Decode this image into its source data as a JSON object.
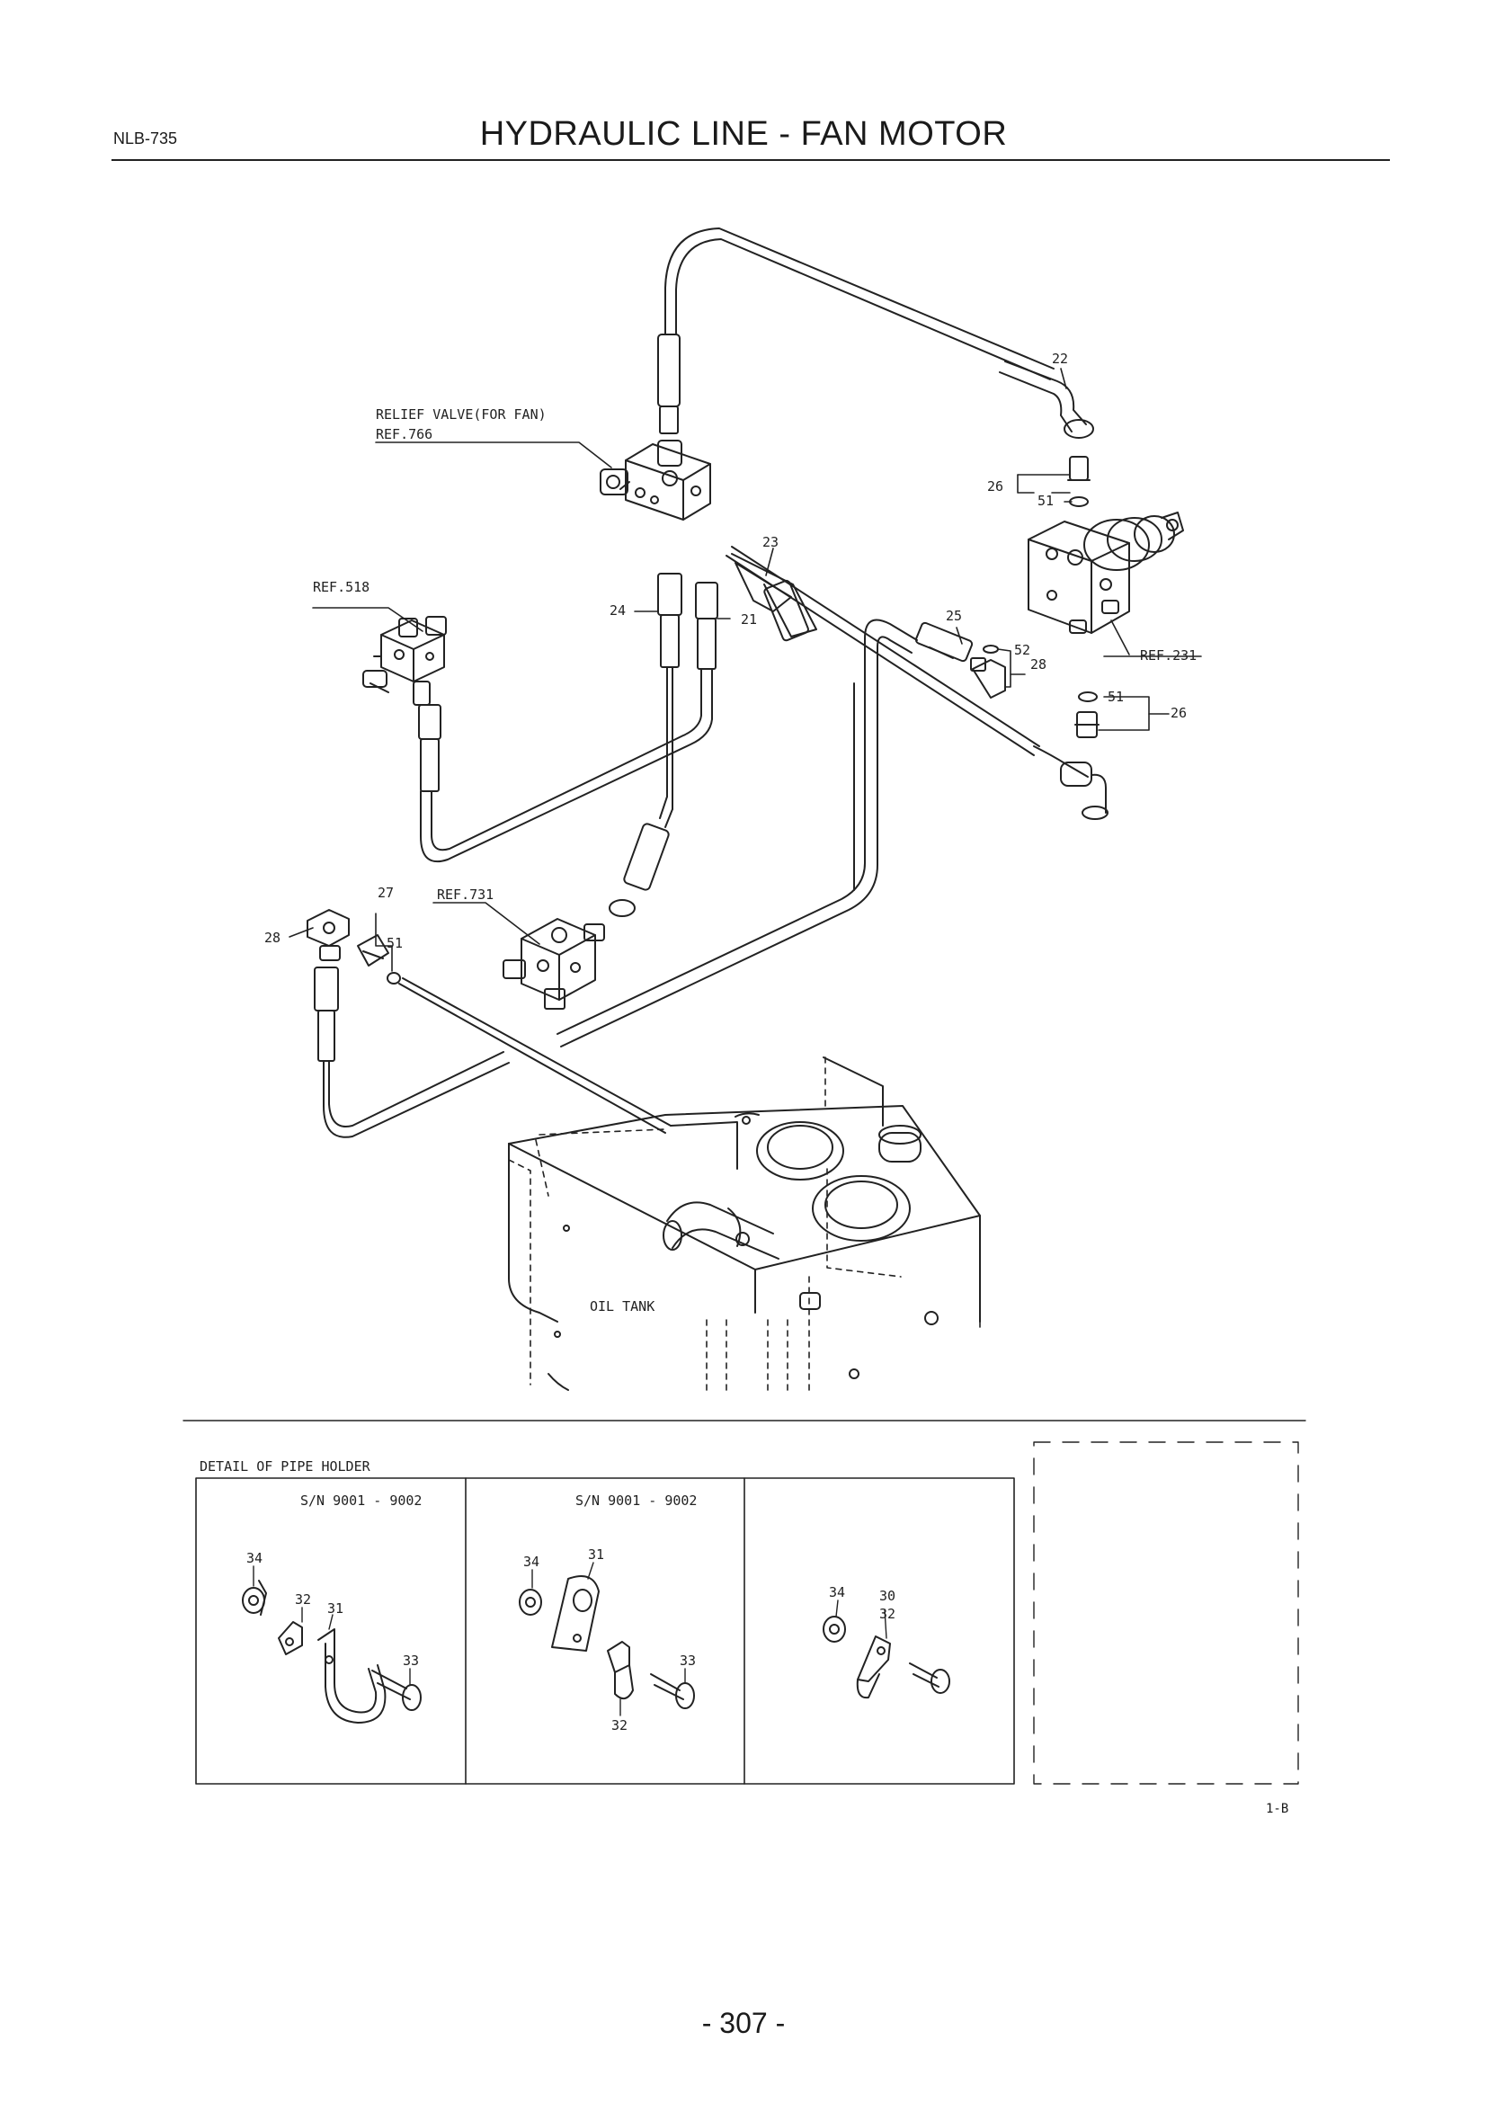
{
  "header": {
    "doc_code": "NLB-735",
    "title": "HYDRAULIC LINE - FAN MOTOR"
  },
  "callouts": {
    "relief_valve": "RELIEF VALVE(FOR FAN)",
    "ref_766": "REF.766",
    "ref_518": "REF.518",
    "ref_731": "REF.731",
    "ref_231": "REF.231",
    "oil_tank": "OIL TANK",
    "n22": "22",
    "n26a": "26",
    "n51a": "51",
    "n23": "23",
    "n24": "24",
    "n21": "21",
    "n25": "25",
    "n52": "52",
    "n28a": "28",
    "n51b": "51",
    "n26b": "26",
    "n27": "27",
    "n28b": "28",
    "n51c": "51"
  },
  "detail": {
    "title": "DETAIL OF PIPE HOLDER",
    "panels": [
      {
        "serial": "S/N 9001 - 9002",
        "labels": {
          "a": "34",
          "b": "32",
          "c": "31",
          "d": "33"
        }
      },
      {
        "serial": "S/N 9001 - 9002",
        "labels": {
          "a": "34",
          "b": "31",
          "c": "33",
          "d": "32"
        }
      },
      {
        "serial": "",
        "labels": {
          "a": "34",
          "b": "30",
          "c": "32"
        }
      }
    ]
  },
  "footer": {
    "sheet_ref": "1-B",
    "page_number": "- 307 -"
  }
}
